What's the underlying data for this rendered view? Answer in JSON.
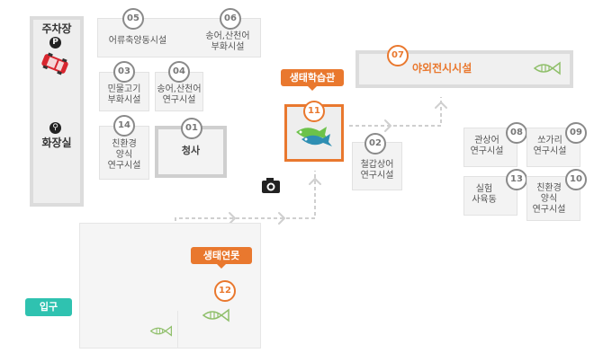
{
  "map": {
    "parking": "주차장",
    "parking_symbol": "P",
    "restroom": "화장실",
    "entrance": "입구",
    "facilities": {
      "f01": {
        "num": "01",
        "label": "청사"
      },
      "f02": {
        "num": "02",
        "label": "철갑상어\n연구시설"
      },
      "f03": {
        "num": "03",
        "label": "민물고기\n부화시설"
      },
      "f04": {
        "num": "04",
        "label": "송어,산천어\n연구시설"
      },
      "f05": {
        "num": "05",
        "label": "어류축양동시설"
      },
      "f06": {
        "num": "06",
        "label": "송어,산천어\n부화시설"
      },
      "f07": {
        "num": "07",
        "label": "야외전시시설"
      },
      "f08": {
        "num": "08",
        "label": "관상어\n연구시설"
      },
      "f09": {
        "num": "09",
        "label": "쏘가리\n연구시설"
      },
      "f10": {
        "num": "10",
        "label": "친환경\n양식\n연구시설"
      },
      "f11": {
        "num": "11",
        "label": "생태학습관"
      },
      "f12": {
        "num": "12",
        "label": "생태연못"
      },
      "f13": {
        "num": "13",
        "label": "실험\n사육동"
      },
      "f14": {
        "num": "14",
        "label": "친환경\n양식\n연구시설"
      }
    },
    "icons": [
      "parking-icon",
      "car-icon",
      "restroom-icon",
      "camera-icon",
      "fish-icon"
    ],
    "colors": {
      "accent": "#e9782e",
      "entrance": "#2fc2b0",
      "path": "#cccccc",
      "building": "#f3f3f3"
    }
  }
}
